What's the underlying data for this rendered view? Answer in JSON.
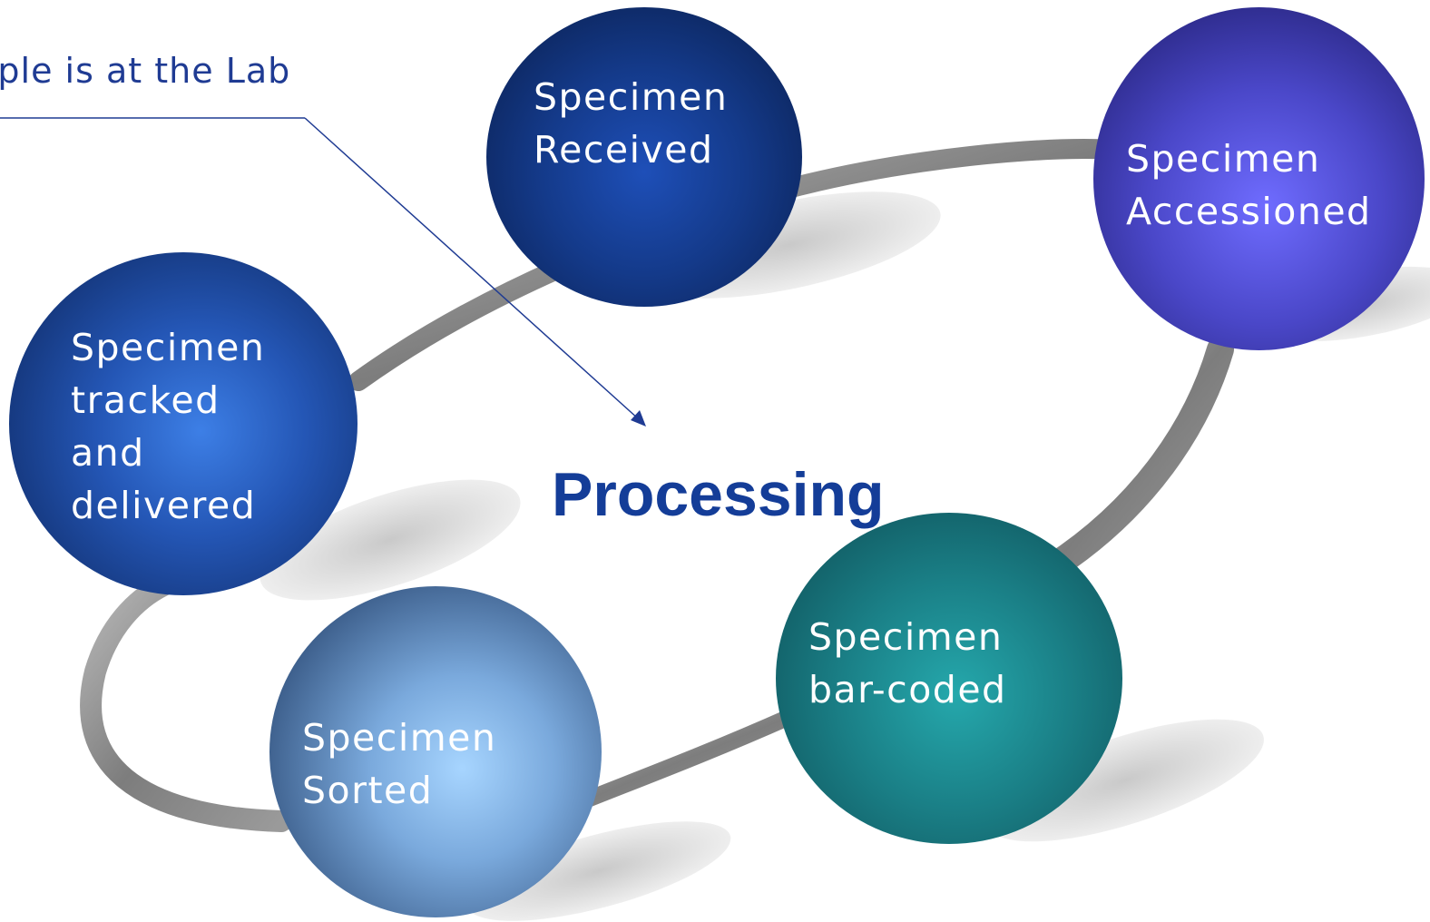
{
  "callout": {
    "text": "Sample is at the Lab",
    "color": "#1f3b93"
  },
  "center_title": {
    "text": "Processing",
    "color": "#143d98"
  },
  "nodes": [
    {
      "id": "received",
      "label": "Specimen\nReceived",
      "color": "#143a8a"
    },
    {
      "id": "accessioned",
      "label": "Specimen\nAccessioned",
      "color": "#4a47c8"
    },
    {
      "id": "tracked",
      "label": "Specimen\ntracked\nand\ndelivered",
      "color": "#2456b5"
    },
    {
      "id": "sorted",
      "label": "Specimen\nSorted",
      "color": "#7aa9dc"
    },
    {
      "id": "barcoded",
      "label": "Specimen\nbar-coded",
      "color": "#1a7f86"
    }
  ],
  "ring_color": "#8a8a8a",
  "shadow_color": "#d6d6d6"
}
